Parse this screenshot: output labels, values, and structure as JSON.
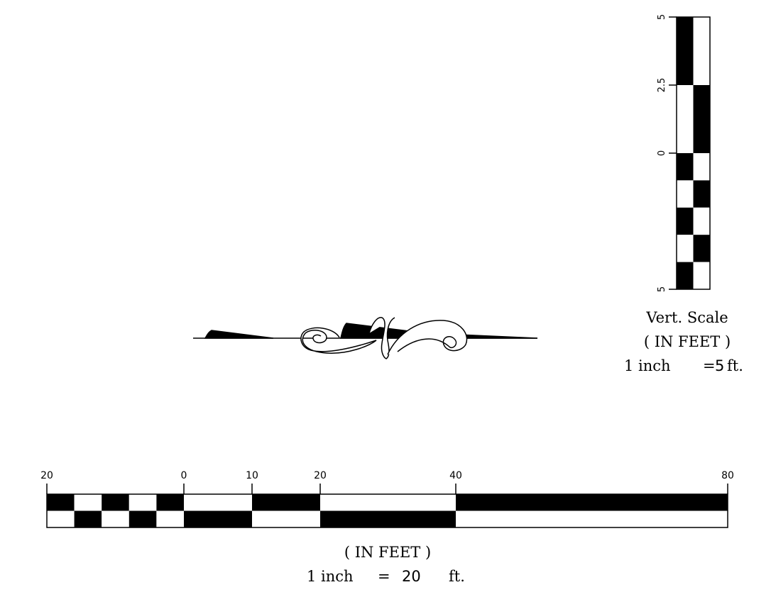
{
  "vertical_scale": {
    "tick_labels": [
      "5",
      "2.5",
      "0",
      "5"
    ],
    "title": "Vert. Scale",
    "unit_line": "( IN FEET )",
    "ratio": {
      "prefix": "1 inch",
      "equals": "=",
      "value": "5",
      "unit": "ft."
    }
  },
  "horizontal_scale": {
    "tick_labels": [
      "20",
      "0",
      "10",
      "20",
      "40",
      "80"
    ],
    "unit_line": "( IN FEET )",
    "ratio": {
      "prefix": "1 inch",
      "equals": "=",
      "value": "20",
      "unit": "ft."
    }
  },
  "ornament": {
    "name": "decorative-scroll-ornament"
  },
  "colors": {
    "ink": "#000000",
    "paper": "#ffffff"
  }
}
